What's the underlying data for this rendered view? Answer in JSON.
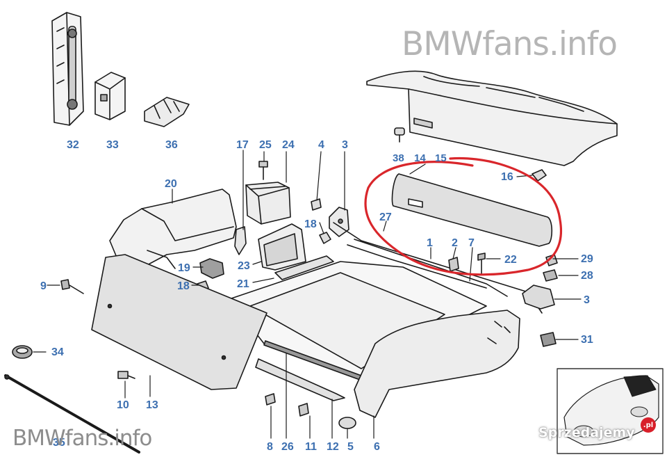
{
  "watermarks": {
    "top": "BMWfans.info",
    "bottom": "BMWfans.info",
    "site": "Sprzedajemy",
    "badge": ".pl"
  },
  "colors": {
    "callout": "#3c6fb0",
    "highlight_ring": "#d9262b",
    "line": "#1a1a1a",
    "part_fill": "#dcdcdc",
    "part_dark": "#9a9a9a"
  },
  "callouts": {
    "c32": "32",
    "c33": "33",
    "c36": "36",
    "c17": "17",
    "c25": "25",
    "c24": "24",
    "c4": "4",
    "c3a": "3",
    "c38": "38",
    "c14": "14",
    "c15": "15",
    "c16": "16",
    "c20": "20",
    "c18a": "18",
    "c27": "27",
    "c1": "1",
    "c2": "2",
    "c7": "7",
    "c22": "22",
    "c19": "19",
    "c23": "23",
    "c29": "29",
    "c28": "28",
    "c9": "9",
    "c18b": "18",
    "c21": "21",
    "c3b": "3",
    "c34": "34",
    "c31": "31",
    "c10": "10",
    "c13": "13",
    "c35": "35",
    "c8": "8",
    "c26": "26",
    "c11": "11",
    "c12": "12",
    "c5": "5",
    "c6": "6"
  }
}
